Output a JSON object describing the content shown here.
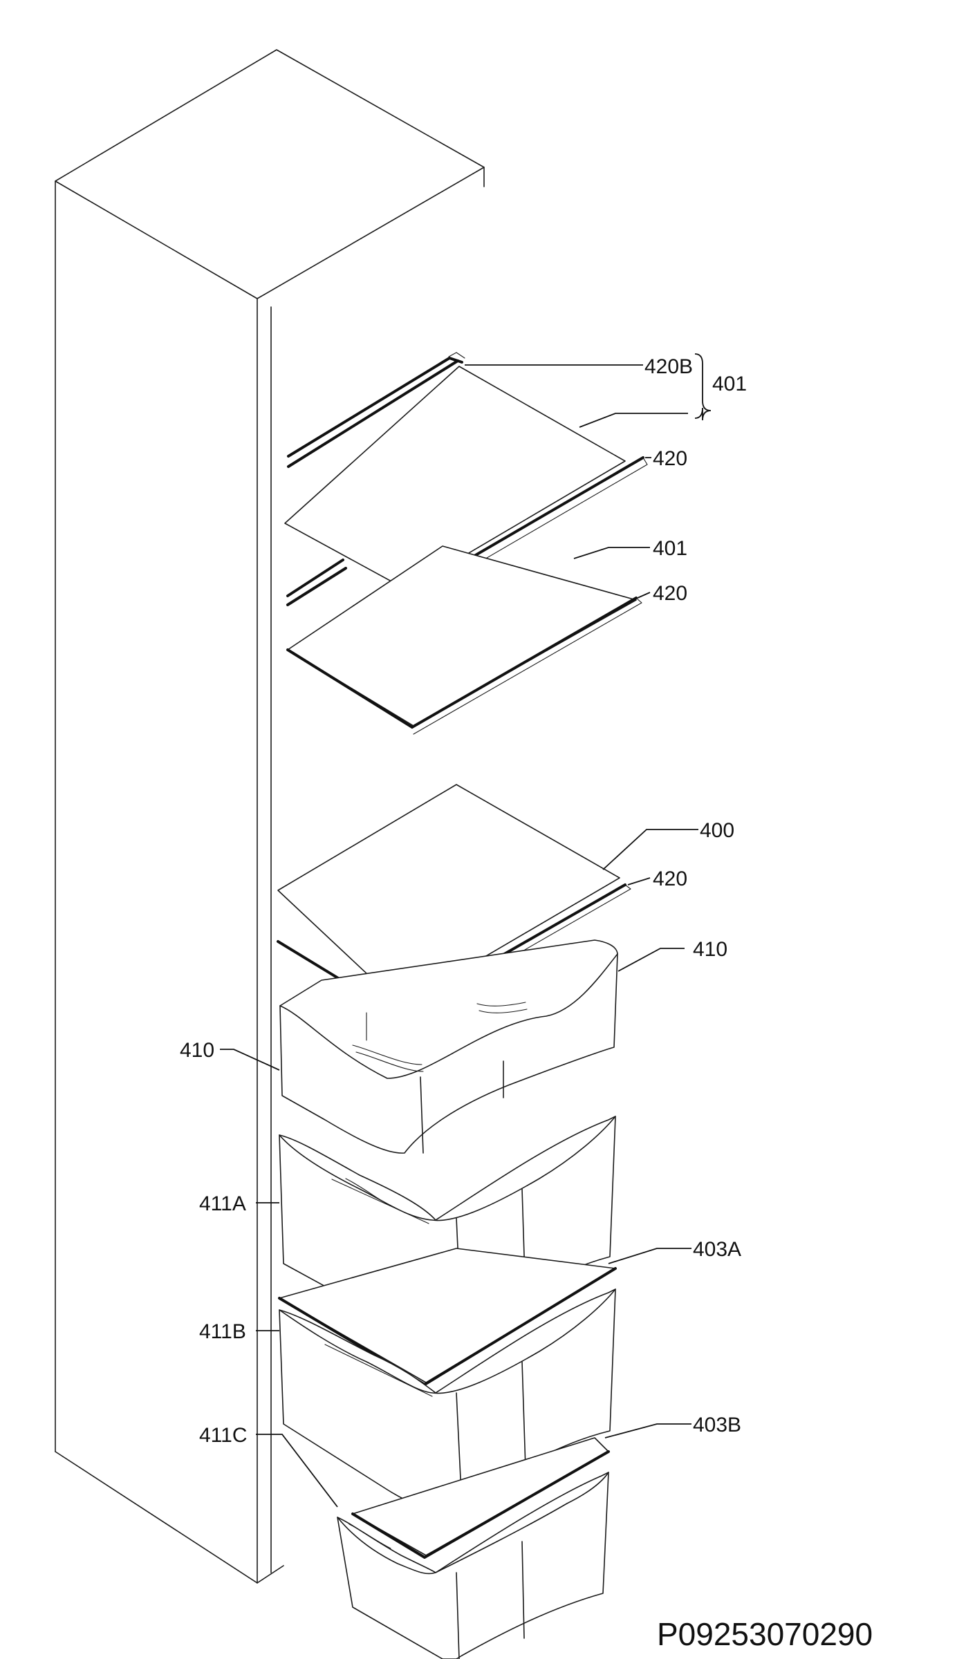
{
  "labels": {
    "l420b": "420B",
    "l401a": "401",
    "l420a": "420",
    "l401b": "401",
    "l420c": "420",
    "l400": "400",
    "l420d": "420",
    "l410r": "410",
    "l410l": "410",
    "l411a": "411A",
    "l403a": "403A",
    "l411b": "411B",
    "l411c": "411C",
    "l403b": "403B"
  },
  "drawing_code": "P09253070290"
}
